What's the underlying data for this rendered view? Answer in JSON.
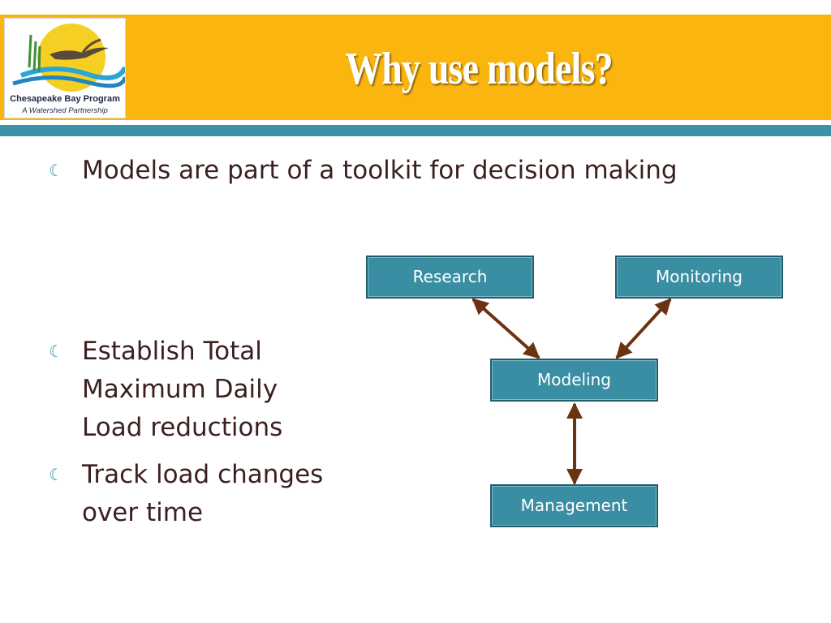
{
  "header": {
    "title": "Why use models?",
    "color": "#fbb50f",
    "stripe_color": "#3a93a7"
  },
  "logo": {
    "org_name": "Chesapeake Bay Program",
    "tagline": "A Watershed Partnership",
    "icon": "heron-sun-water-logo"
  },
  "bullets": [
    {
      "icon": "curly-bullet-icon",
      "text": "Models are part of a toolkit for decision making"
    },
    {
      "icon": "curly-bullet-icon",
      "text": "Establish Total\nMaximum Daily\nLoad reductions"
    },
    {
      "icon": "curly-bullet-icon",
      "text": "Track load changes\nover time"
    }
  ],
  "diagram": {
    "node_color": "#3a8ea3",
    "arrow_color": "#6b3311",
    "nodes": {
      "research": "Research",
      "monitoring": "Monitoring",
      "modeling": "Modeling",
      "management": "Management"
    },
    "edges": [
      {
        "from": "research",
        "to": "modeling",
        "bidirectional": true
      },
      {
        "from": "monitoring",
        "to": "modeling",
        "bidirectional": true
      },
      {
        "from": "modeling",
        "to": "management",
        "bidirectional": true
      }
    ]
  }
}
